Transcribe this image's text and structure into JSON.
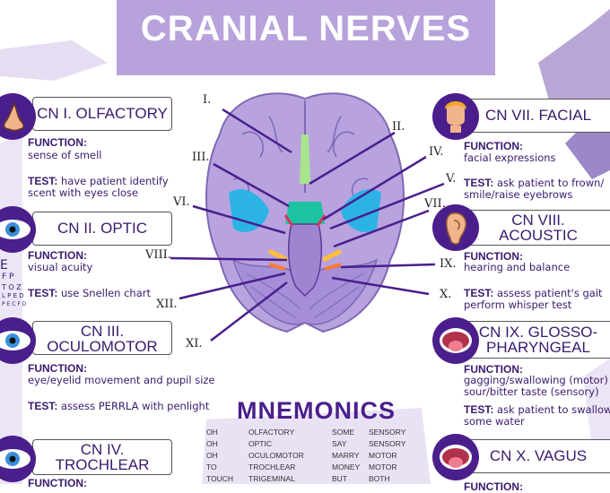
{
  "title": "CRANIAL NERVES",
  "nerves": [
    {
      "name": "CN I. OLFACTORY",
      "function_label": "FUNCTION:",
      "function": "sense of smell",
      "test_label": "TEST:",
      "test_line1": "have patient identify",
      "test_line2": "scent with eyes close"
    },
    {
      "name": "CN II. OPTIC",
      "function_label": "FUNCTION:",
      "function": "visual acuity",
      "test_label": "TEST:",
      "test_line1": "use Snellen chart"
    },
    {
      "name_line1": "CN III.",
      "name_line2": "OCULOMOTOR",
      "function_label": "FUNCTION:",
      "function": "eye/eyelid movement and pupil size",
      "test_label": "TEST:",
      "test_line1": "assess PERRLA with penlight"
    },
    {
      "name_line1": "CN IV.",
      "name_line2": "TROCHLEAR",
      "function_label": "FUNCTION:"
    },
    {
      "name": "CN VII. FACIAL",
      "function_label": "FUNCTION:",
      "function": "facial expressions",
      "test_label": "TEST:",
      "test_line1": "ask patient to frown/",
      "test_line2": "smile/raise eyebrows"
    },
    {
      "name_line1": "CN VIII.",
      "name_line2": "ACOUSTIC",
      "function_label": "FUNCTION:",
      "function": "hearing and balance",
      "test_label": "TEST:",
      "test_line1": "assess patient's gait",
      "test_line2": "perform whisper test"
    },
    {
      "name_line1": "CN IX. GLOSSO-",
      "name_line2": "PHARYNGEAL",
      "function_label": "FUNCTION:",
      "function_line1": "gagging/swallowing (motor)",
      "function_line2": "sour/bitter taste (sensory)",
      "test_label": "TEST:",
      "test_line1": "ask patient to swallow",
      "test_line2": "some water"
    },
    {
      "name": "CN X. VAGUS",
      "function_label": "FUNCTION:"
    }
  ],
  "roman_labels": [
    "I.",
    "II.",
    "III.",
    "IV.",
    "V.",
    "VI.",
    "VII.",
    "VIII.",
    "IX.",
    "X.",
    "XI.",
    "XII."
  ],
  "snellen": {
    "row1": "E",
    "row2": "F P",
    "row3": "T O Z",
    "row4": "L P E D",
    "row5": "P E C F D"
  },
  "mnemonics": {
    "title": "MNEMONICS",
    "rows": [
      {
        "m1": "OH",
        "nerve": "OLFACTORY",
        "m2": "SOME",
        "type": "SENSORY"
      },
      {
        "m1": "OH",
        "nerve": "OPTIC",
        "m2": "SAY",
        "type": "SENSORY"
      },
      {
        "m1": "OH",
        "nerve": "OCULOMOTOR",
        "m2": "MARRY",
        "type": "MOTOR"
      },
      {
        "m1": "TO",
        "nerve": "TROCHLEAR",
        "m2": "MONEY",
        "type": "MOTOR"
      },
      {
        "m1": "TOUCH",
        "nerve": "TRIGEMINAL",
        "m2": "BUT",
        "type": "BOTH"
      }
    ]
  },
  "colors": {
    "primary": "#4a1f8c",
    "banner": "#b8a2dc",
    "brain": "#b9a3df",
    "accent": "#8f78c4"
  }
}
